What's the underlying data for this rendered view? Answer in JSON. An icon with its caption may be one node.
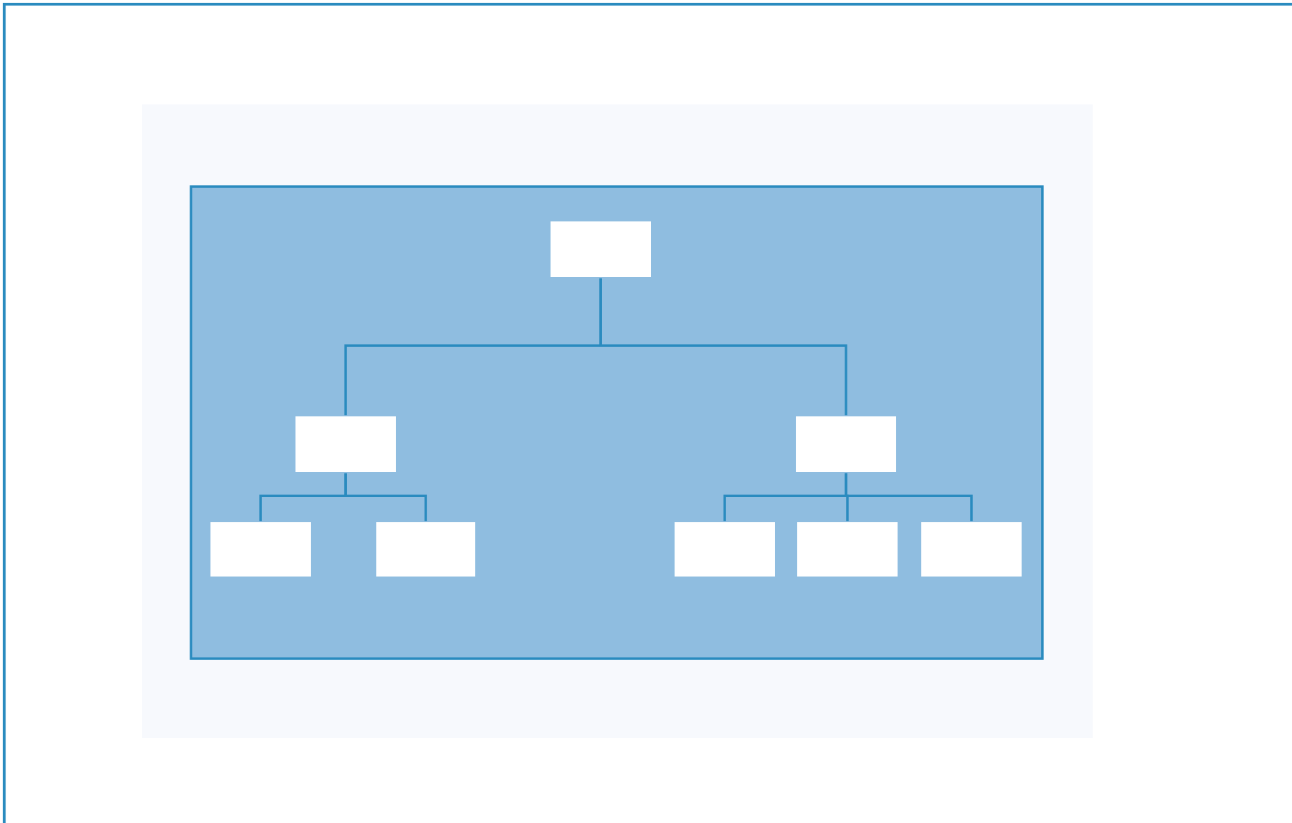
{
  "diagram": {
    "nodes": [
      {
        "text": [],
        "shape": "box"
      },
      {
        "text": [],
        "shape": "box",
        "in": 0
      },
      {
        "text": [],
        "shape": "box",
        "in": 0
      },
      {
        "text": [],
        "shape": "box",
        "in": 0
      },
      {
        "text": [],
        "shape": "box",
        "in": 0
      },
      {
        "text": [],
        "shape": "box",
        "in": 0
      },
      {
        "text": [],
        "shape": "box",
        "in": 0
      },
      {
        "text": [],
        "shape": "box",
        "in": 0
      },
      {
        "text": [],
        "shape": "box",
        "in": 0
      }
    ],
    "edges": [
      {
        "from": 1,
        "to": 2,
        "arrow": "none"
      },
      {
        "from": 1,
        "to": 3,
        "arrow": "none"
      },
      {
        "from": 2,
        "to": 4,
        "arrow": "none"
      },
      {
        "from": 2,
        "to": 5,
        "arrow": "none"
      },
      {
        "from": 3,
        "to": 6,
        "arrow": "none"
      },
      {
        "from": 3,
        "to": 7,
        "arrow": "none"
      },
      {
        "from": 3,
        "to": 8,
        "arrow": "none"
      }
    ]
  }
}
